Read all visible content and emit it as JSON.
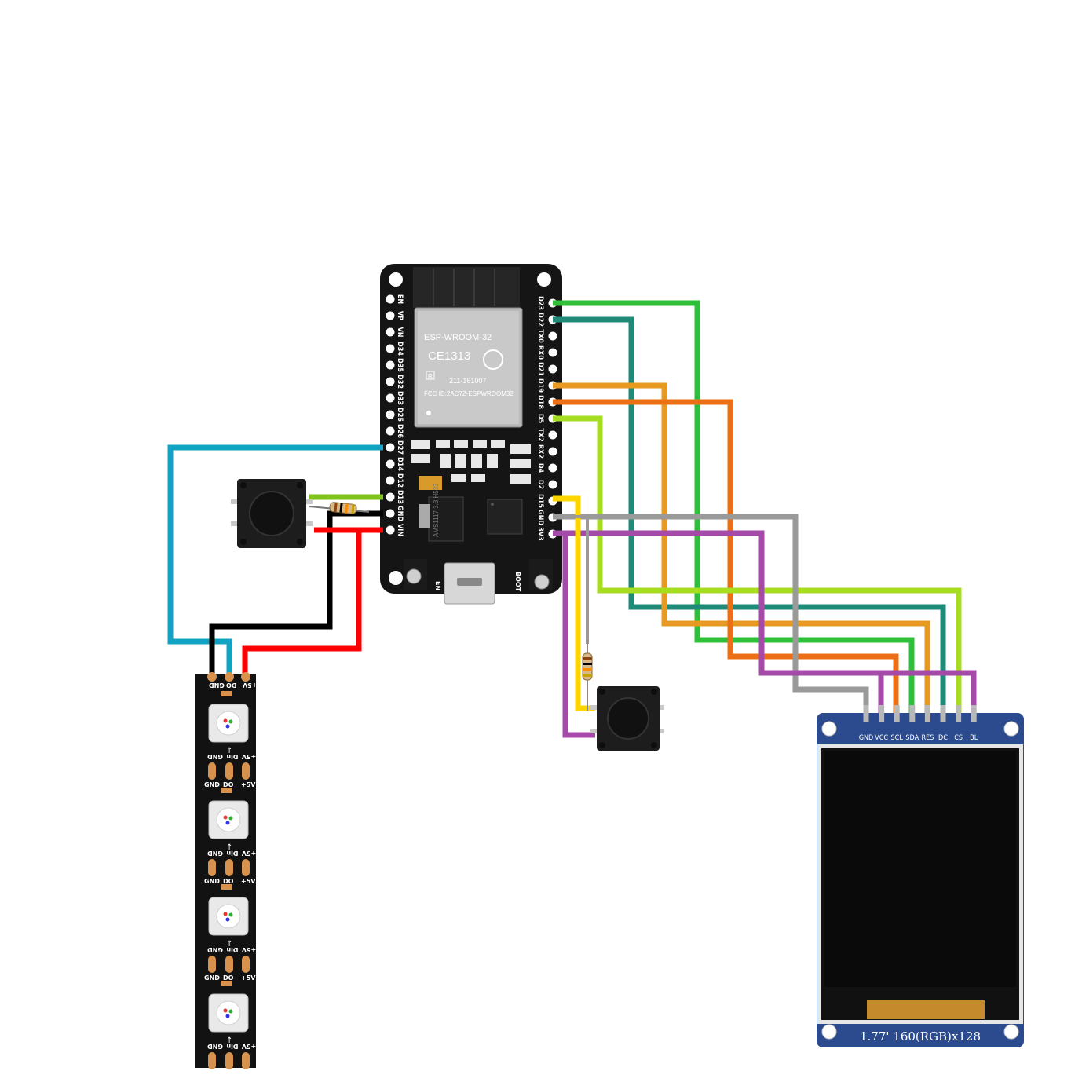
{
  "esp32": {
    "module_name": "ESP-WROOM-32",
    "ce_mark": "CE1313",
    "r_mark": "R",
    "cert_number": "211-161007",
    "fcc_id": "FCC ID:2AC7Z-ESPWROOM32",
    "en_button": "EN",
    "boot_button": "BOOT",
    "left_pins": [
      "EN",
      "VP",
      "VN",
      "D34",
      "D35",
      "D32",
      "D33",
      "D25",
      "D26",
      "D27",
      "D14",
      "D12",
      "D13",
      "GND",
      "VIN"
    ],
    "right_pins": [
      "D23",
      "D22",
      "TX0",
      "RX0",
      "D21",
      "D19",
      "D18",
      "D5",
      "TX2",
      "RX2",
      "D4",
      "D2",
      "D15",
      "GND",
      "3V3"
    ],
    "regulator": "AMS1117 3.3 H533"
  },
  "led_strip": {
    "pin_labels": [
      "GND",
      "DO",
      "+5V"
    ],
    "segment_labels": [
      "GND",
      "Din",
      "+5V"
    ],
    "segment_out_labels": [
      "GND",
      "DO",
      "+5V"
    ]
  },
  "display": {
    "pins": [
      "GND",
      "VCC",
      "SCL",
      "SDA",
      "RES",
      "DC",
      "CS",
      "BL"
    ],
    "caption": "1.77' 160(RGB)x128"
  },
  "colors": {
    "wire_blue": "#12a3c4",
    "wire_black": "#000000",
    "wire_red": "#ff0000",
    "wire_lime": "#7fc31c",
    "wire_green": "#2fbf3a",
    "wire_teal": "#208a78",
    "wire_orange_light": "#e79a22",
    "wire_orange": "#ec6f16",
    "wire_yellowgreen": "#a6dc22",
    "wire_yellow": "#ffd500",
    "wire_gray": "#9a9a9a",
    "wire_purple": "#a54aa8",
    "lcd_blue": "#2b4b8e"
  }
}
